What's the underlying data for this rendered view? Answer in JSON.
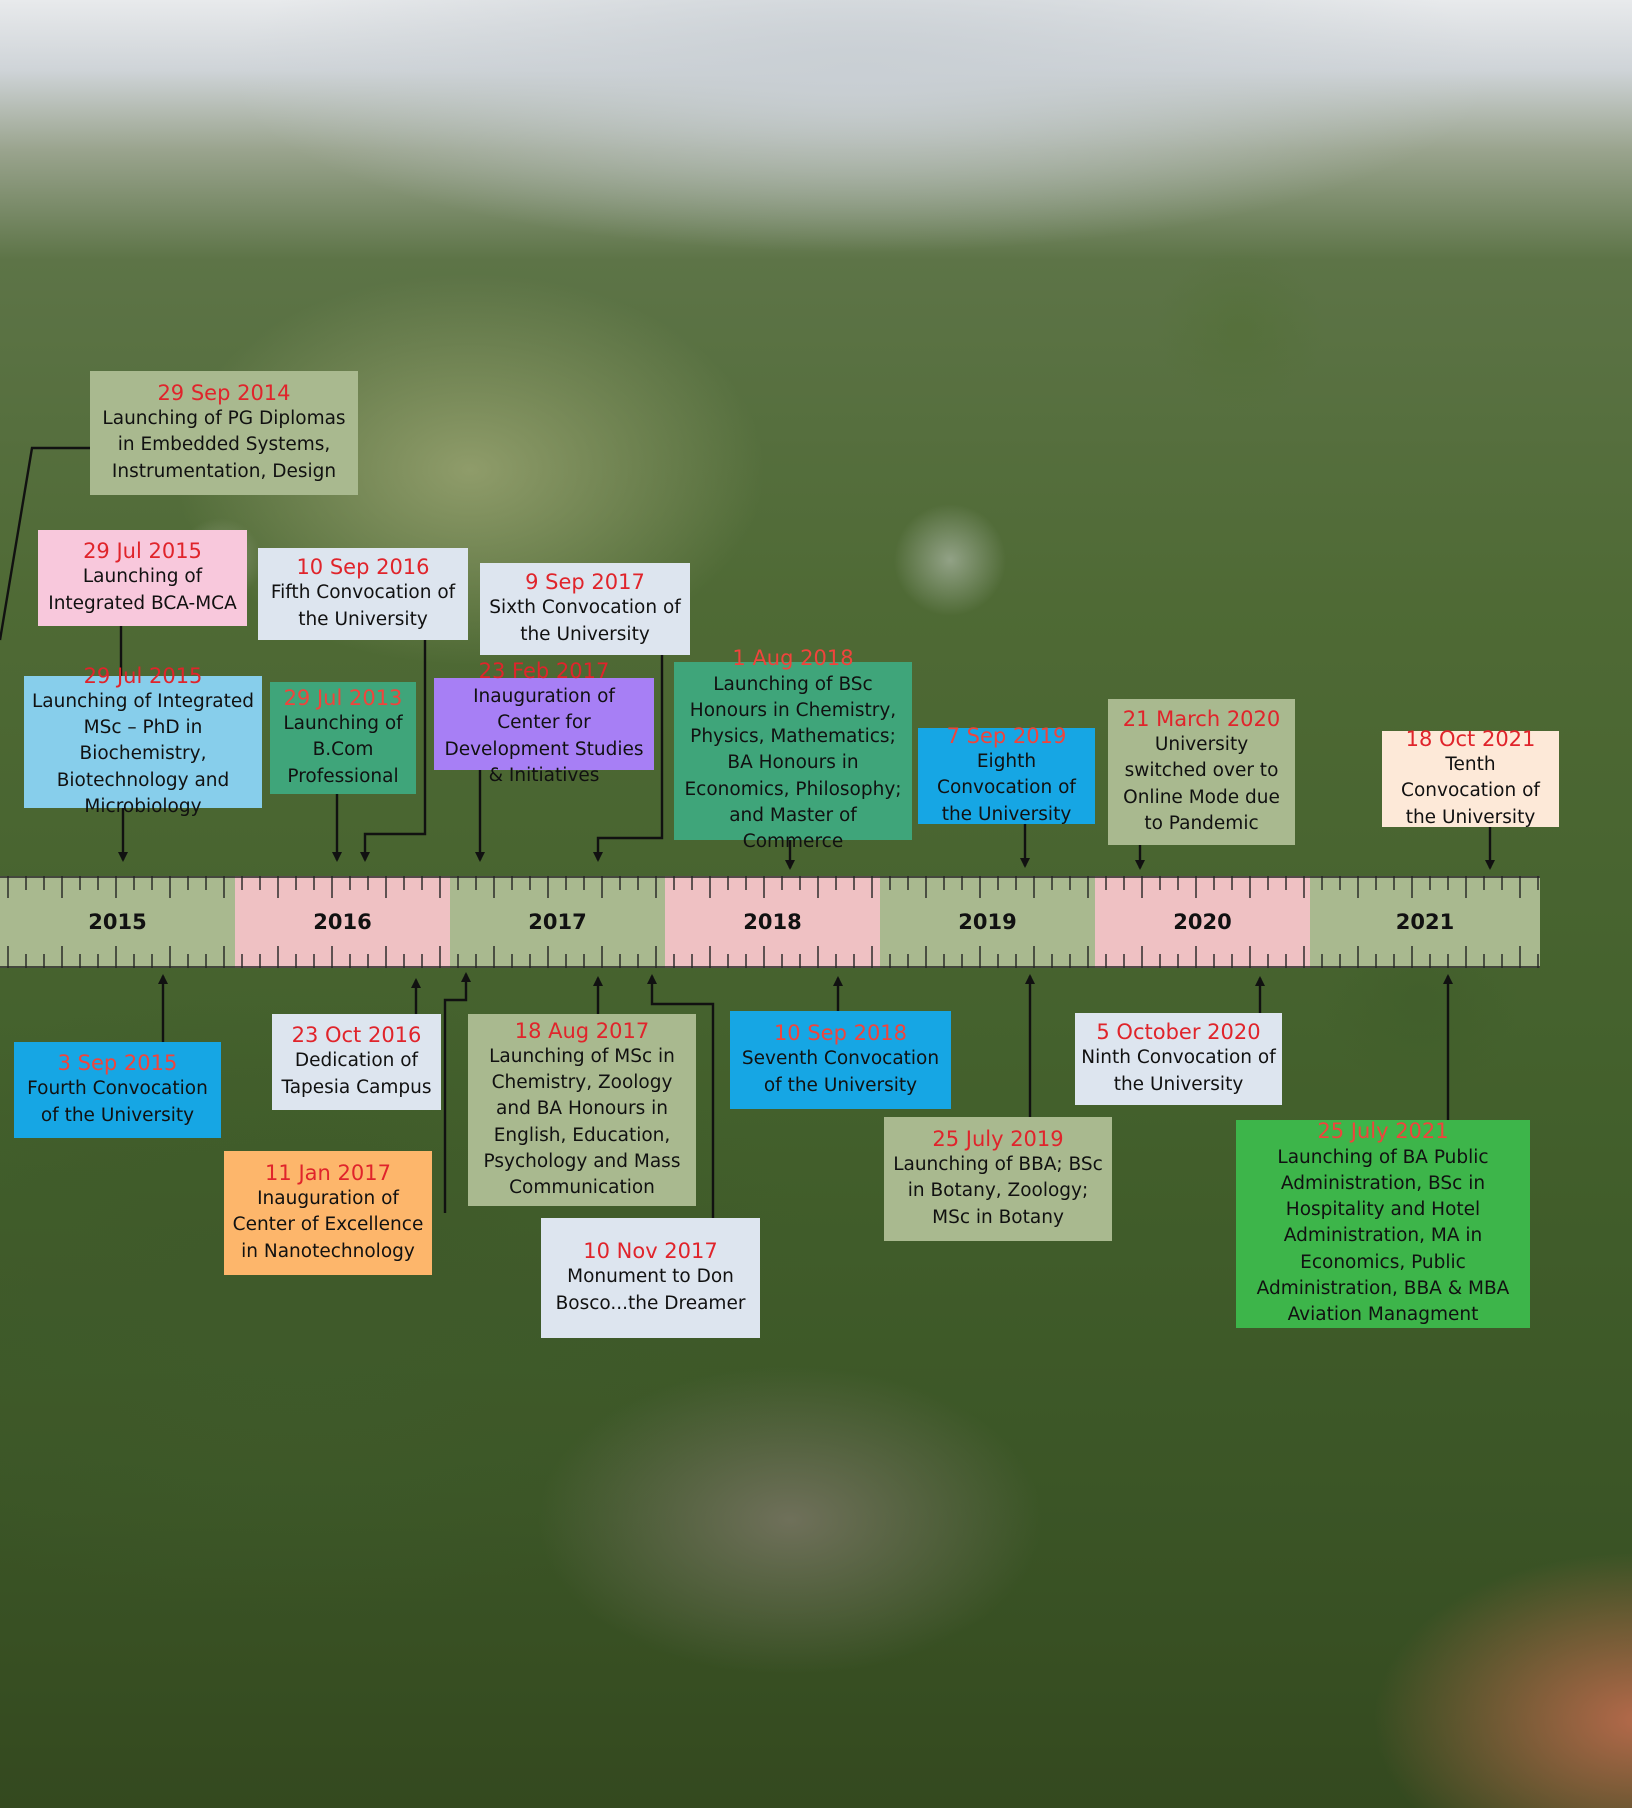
{
  "years": [
    "2015",
    "2016",
    "2017",
    "2018",
    "2019",
    "2020",
    "2021"
  ],
  "colors": {
    "year_green": "#a9b98f",
    "year_pink": "#efc1c3",
    "date_red": "#e0242b",
    "arrow": "#111111"
  },
  "events": [
    {
      "id": "e2014-pg",
      "date": "29 Sep 2014",
      "desc": "Launching of PG Diplomas in Embedded Systems, Instrumentation, Design",
      "color": "#a9b98f"
    },
    {
      "id": "e2015-bca",
      "date": "29 Jul 2015",
      "desc": "Launching of Integrated BCA-MCA",
      "color": "#f8c8dc"
    },
    {
      "id": "e2015-msc",
      "date": "29 Jul 2015",
      "desc": "Launching of Integrated MSc – PhD in Biochemistry, Biotechnology and Microbiology",
      "color": "#87ceeb"
    },
    {
      "id": "e2013-bcom",
      "date": "29 Jul 2013",
      "desc": "Launching of B.Com Professional",
      "color": "#3fa57a"
    },
    {
      "id": "e2016-conv5",
      "date": "10 Sep 2016",
      "desc": "Fifth Convocation of the University",
      "color": "#dde5ef"
    },
    {
      "id": "e2017-cds",
      "date": "23 Feb 2017",
      "desc": "Inauguration of Center for Development Studies & Initiatives",
      "color": "#a77ff5"
    },
    {
      "id": "e2017-conv6",
      "date": "9 Sep 2017",
      "desc": "Sixth Convocation of the University",
      "color": "#dde5ef"
    },
    {
      "id": "e2018-bsc",
      "date": "1 Aug 2018",
      "desc": "Launching of BSc Honours in Chemistry, Physics, Mathematics; BA Honours in Economics, Philosophy; and Master of Commerce",
      "color": "#3fa57a"
    },
    {
      "id": "e2019-conv8",
      "date": "7 Sep 2019",
      "desc": "Eighth Convocation of the University",
      "color": "#16a6e4"
    },
    {
      "id": "e2020-online",
      "date": "21 March 2020",
      "desc": "University switched over to Online Mode due to Pandemic",
      "color": "#a9b98f"
    },
    {
      "id": "e2021-conv10",
      "date": "18 Oct 2021",
      "desc": "Tenth Convocation of the University",
      "color": "#fde9d8"
    },
    {
      "id": "e2015-conv4",
      "date": "3 Sep 2015",
      "desc": "Fourth Convocation of the University",
      "color": "#16a6e4"
    },
    {
      "id": "e2016-tapesia",
      "date": "23 Oct 2016",
      "desc": "Dedication of Tapesia Campus",
      "color": "#dde5ef"
    },
    {
      "id": "e2017-nano",
      "date": "11 Jan 2017",
      "desc": "Inauguration of Center of Excellence in Nanotechnology",
      "color": "#fdb66b"
    },
    {
      "id": "e2017-msc",
      "date": "18 Aug 2017",
      "desc": "Launching of MSc in Chemistry, Zoology and BA Honours in English, Education, Psychology and Mass Communication",
      "color": "#a9b98f"
    },
    {
      "id": "e2017-monument",
      "date": "10 Nov 2017",
      "desc": "Monument to Don Bosco...the Dreamer",
      "color": "#dde5ef"
    },
    {
      "id": "e2018-conv7",
      "date": "10 Sep 2018",
      "desc": "Seventh Convocation of the University",
      "color": "#16a6e4"
    },
    {
      "id": "e2019-bba",
      "date": "25 July 2019",
      "desc": "Launching of BBA; BSc in Botany, Zoology; MSc in Botany",
      "color": "#a9b98f"
    },
    {
      "id": "e2020-conv9",
      "date": "5 October 2020",
      "desc": "Ninth Convocation of the University",
      "color": "#dde5ef"
    },
    {
      "id": "e2021-ba",
      "date": "25 July 2021",
      "desc": "Launching of BA Public Administration, BSc in Hospitality and Hotel Administration, MA in Economics, Public Administration, BBA & MBA Aviation Managment",
      "color": "#3db54a"
    }
  ]
}
